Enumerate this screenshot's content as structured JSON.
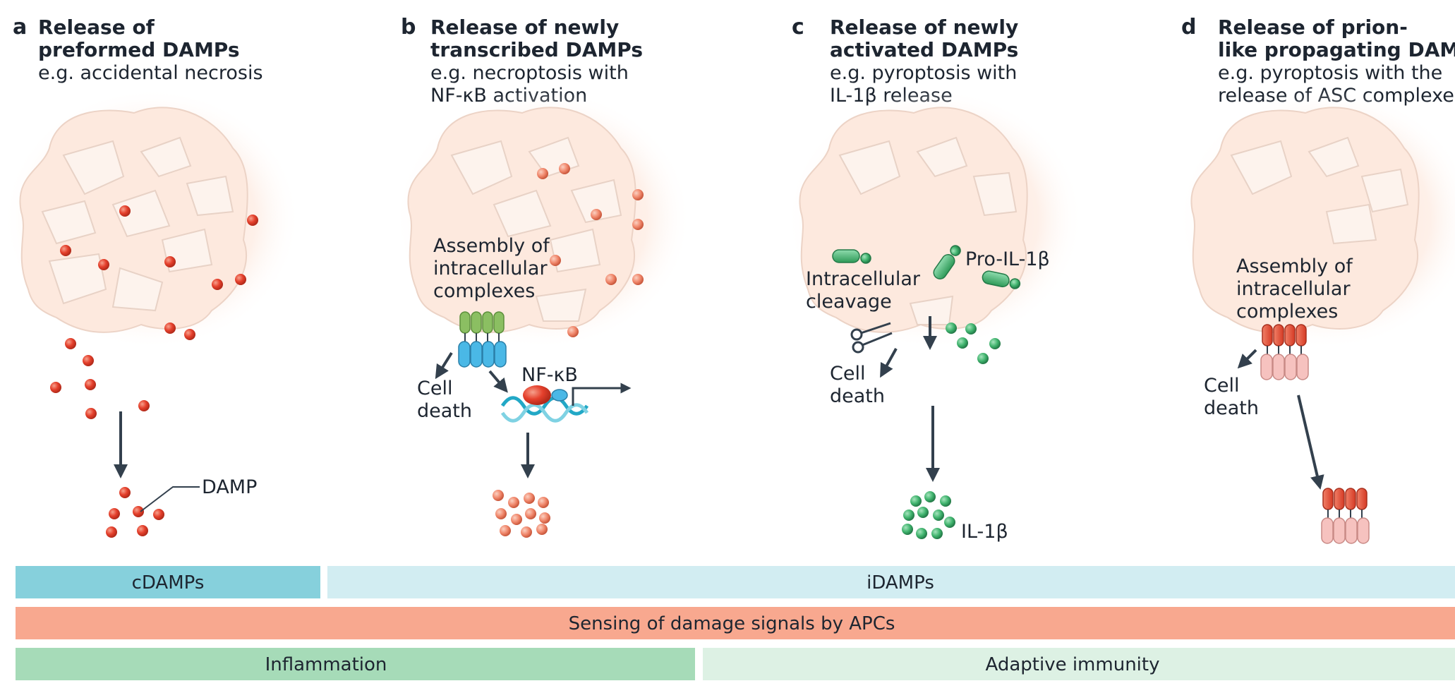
{
  "panels": {
    "a": {
      "letter": "a",
      "title_line1": "Release of",
      "title_line2": "preformed DAMPs",
      "subtitle_line1": "e.g. accidental necrosis",
      "subtitle_line2": "",
      "damp_label": "DAMP"
    },
    "b": {
      "letter": "b",
      "title_line1": "Release of newly",
      "title_line2": "transcribed DAMPs",
      "subtitle_line1": "e.g. necroptosis with",
      "subtitle_line2": "NF-κB activation",
      "assembly_line1": "Assembly of",
      "assembly_line2": "intracellular",
      "assembly_line3": "complexes",
      "cell_death_line1": "Cell",
      "cell_death_line2": "death",
      "nfkb_label": "NF-κB"
    },
    "c": {
      "letter": "c",
      "title_line1": "Release of newly",
      "title_line2": "activated DAMPs",
      "subtitle_line1": "e.g. pyroptosis with",
      "subtitle_line2": "IL-1β release",
      "pro_il1b": "Pro-IL-1β",
      "cleavage_line1": "Intracellular",
      "cleavage_line2": "cleavage",
      "cell_death_line1": "Cell",
      "cell_death_line2": "death",
      "il1b_label": "IL-1β"
    },
    "d": {
      "letter": "d",
      "title_line1": "Release of prion-",
      "title_line2": "like propagating DAMPs",
      "subtitle_line1": "e.g. pyroptosis with the",
      "subtitle_line2": "release of ASC complexes",
      "assembly_line1": "Assembly of",
      "assembly_line2": "intracellular",
      "assembly_line3": "complexes",
      "cell_death_line1": "Cell",
      "cell_death_line2": "death"
    }
  },
  "bars": {
    "cdamps": "cDAMPs",
    "idamps": "iDAMPs",
    "sensing": "Sensing of damage signals by APCs",
    "inflammation": "Inflammation",
    "adaptive": "Adaptive immunity"
  },
  "colors": {
    "cdamps_bar": "#86d0dc",
    "idamps_bar": "#d2edf2",
    "sensing_bar": "#f8a88f",
    "inflammation_bar": "#a6dbb8",
    "adaptive_bar": "#ddf1e4",
    "tissue_fill": "#fde6da",
    "cell_fill": "#fdf1ea",
    "cell_stroke": "#e6cfc3",
    "damp_red": "#e5402c",
    "damp_light": "#f08a6e",
    "il1b_green": "#3fb36d",
    "complex_green": "#8bbf62",
    "complex_blue": "#4ab8e6",
    "asc_red": "#e5553d",
    "asc_pink": "#f6c2bf",
    "dna_teal": "#22a8c6",
    "arrow": "#33404d"
  }
}
